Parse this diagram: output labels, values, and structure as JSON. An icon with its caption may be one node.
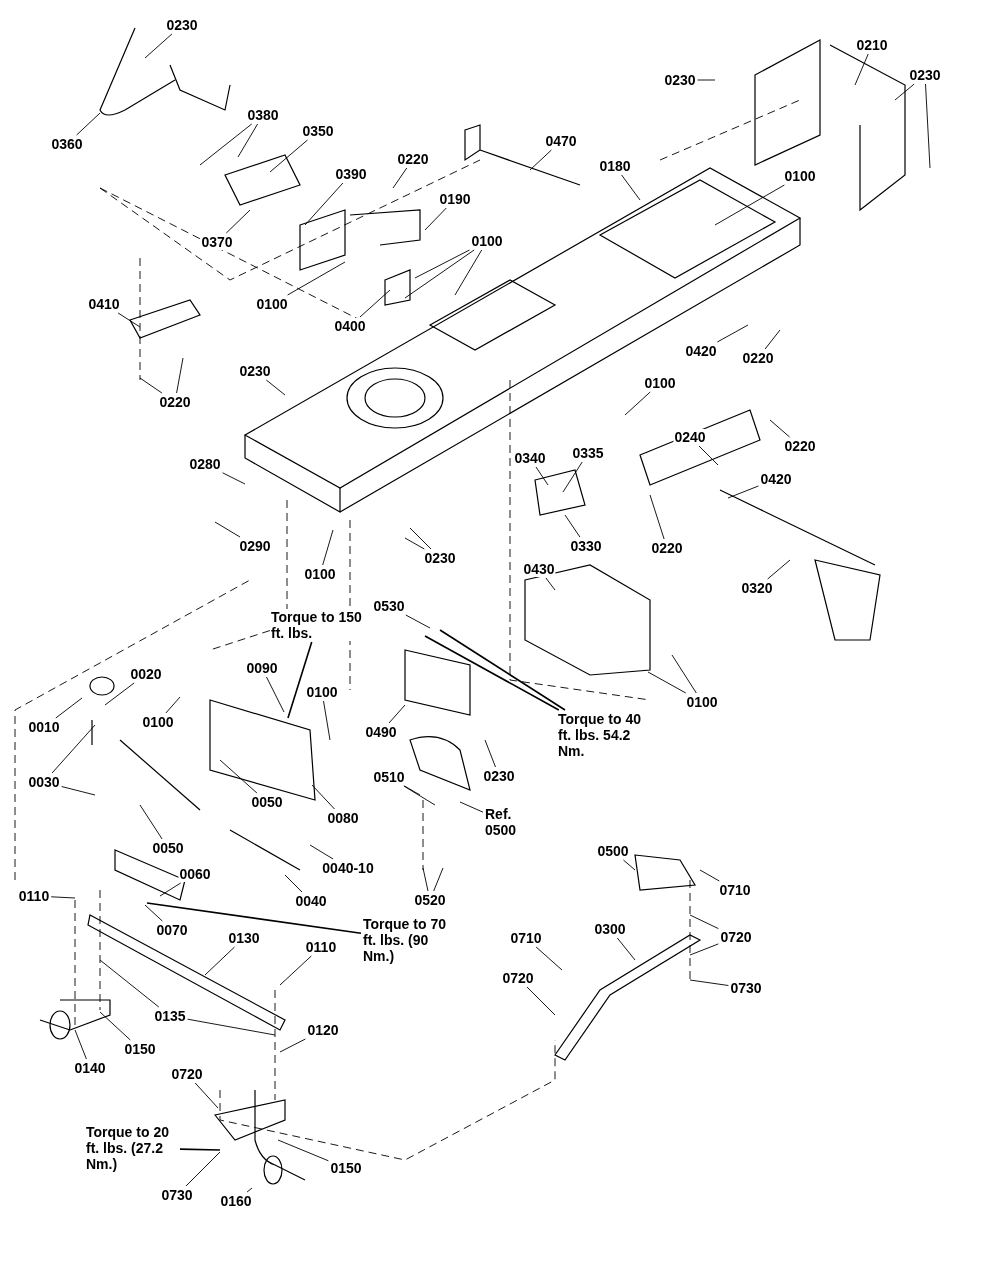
{
  "diagram": {
    "nodes": [
      {
        "text": [
          "0230"
        ]
      },
      {
        "text": [
          "0360"
        ]
      },
      {
        "text": [
          "0380"
        ]
      },
      {
        "text": [
          "0350"
        ]
      },
      {
        "text": [
          "0370"
        ]
      },
      {
        "text": [
          "0390"
        ]
      },
      {
        "text": [
          "0220"
        ]
      },
      {
        "text": [
          "0190"
        ]
      },
      {
        "text": [
          "0100"
        ]
      },
      {
        "text": [
          "0100"
        ]
      },
      {
        "text": [
          "0400"
        ]
      },
      {
        "text": [
          "0410"
        ]
      },
      {
        "text": [
          "0220"
        ]
      },
      {
        "text": [
          "0230"
        ]
      },
      {
        "text": [
          "0470"
        ]
      },
      {
        "text": [
          "0180"
        ]
      },
      {
        "text": [
          "0210"
        ]
      },
      {
        "text": [
          "0230"
        ]
      },
      {
        "text": [
          "0230"
        ]
      },
      {
        "text": [
          "0100"
        ]
      },
      {
        "text": [
          "0420"
        ]
      },
      {
        "text": [
          "0220"
        ]
      },
      {
        "text": [
          "0100"
        ]
      },
      {
        "text": [
          "0280"
        ]
      },
      {
        "text": [
          "0290"
        ]
      },
      {
        "text": [
          "0100"
        ]
      },
      {
        "text": [
          "0230"
        ]
      },
      {
        "text": [
          "0340"
        ]
      },
      {
        "text": [
          "0335"
        ]
      },
      {
        "text": [
          "0330"
        ]
      },
      {
        "text": [
          "0240"
        ]
      },
      {
        "text": [
          "0220"
        ]
      },
      {
        "text": [
          "0420"
        ]
      },
      {
        "text": [
          "0220"
        ]
      },
      {
        "text": [
          "0320"
        ]
      },
      {
        "text": [
          "0430"
        ]
      },
      {
        "text": [
          "0100"
        ]
      },
      {
        "text": [
          "0530"
        ]
      },
      {
        "text": [
          "Torque to 150 ft. lbs."
        ]
      },
      {
        "text": [
          "0090"
        ]
      },
      {
        "text": [
          "0100"
        ]
      },
      {
        "text": [
          "0100"
        ]
      },
      {
        "text": [
          "0020"
        ]
      },
      {
        "text": [
          "0010"
        ]
      },
      {
        "text": [
          "0030"
        ]
      },
      {
        "text": [
          "0050"
        ]
      },
      {
        "text": [
          "0080"
        ]
      },
      {
        "text": [
          "0050"
        ]
      },
      {
        "text": [
          "0040-10"
        ]
      },
      {
        "text": [
          "0040"
        ]
      },
      {
        "text": [
          "0490"
        ]
      },
      {
        "text": [
          "Torque to 40 ft. lbs. 54.2 Nm."
        ]
      },
      {
        "text": [
          "0230"
        ]
      },
      {
        "text": [
          "0510"
        ]
      },
      {
        "text": [
          "Ref. 0500"
        ]
      },
      {
        "text": [
          "0520"
        ]
      },
      {
        "text": [
          "0110"
        ]
      },
      {
        "text": [
          "0060"
        ]
      },
      {
        "text": [
          "0070"
        ]
      },
      {
        "text": [
          "Torque to 70 ft. lbs. (90 Nm.)"
        ]
      },
      {
        "text": [
          "0130"
        ]
      },
      {
        "text": [
          "0110"
        ]
      },
      {
        "text": [
          "0135"
        ]
      },
      {
        "text": [
          "0120"
        ]
      },
      {
        "text": [
          "0140"
        ]
      },
      {
        "text": [
          "0150"
        ]
      },
      {
        "text": [
          "0720"
        ]
      },
      {
        "text": [
          "Torque to 20 ft. lbs. (27.2 Nm.)"
        ]
      },
      {
        "text": [
          "0730"
        ]
      },
      {
        "text": [
          "0150"
        ]
      },
      {
        "text": [
          "0160"
        ]
      },
      {
        "text": [
          "0500"
        ]
      },
      {
        "text": [
          "0710"
        ]
      },
      {
        "text": [
          "0710"
        ]
      },
      {
        "text": [
          "0720"
        ]
      },
      {
        "text": [
          "0300"
        ]
      },
      {
        "text": [
          "0720"
        ]
      },
      {
        "text": [
          "0730"
        ]
      }
    ],
    "edges": [
      {
        "from": 0,
        "to": null,
        "arrow": "none"
      },
      {
        "from": 1,
        "to": null,
        "arrow": "none"
      },
      {
        "from": 2,
        "to": null,
        "arrow": "none"
      },
      {
        "from": 2,
        "to": null,
        "arrow": "none"
      },
      {
        "from": 3,
        "to": null,
        "arrow": "none"
      },
      {
        "from": 4,
        "to": null,
        "arrow": "none"
      },
      {
        "from": 5,
        "to": null,
        "arrow": "none"
      },
      {
        "from": 6,
        "to": null,
        "arrow": "none"
      },
      {
        "from": 7,
        "to": null,
        "arrow": "none"
      },
      {
        "from": 8,
        "to": null,
        "arrow": "none"
      },
      {
        "from": 9,
        "to": null,
        "arrow": "none"
      },
      {
        "from": 9,
        "to": null,
        "arrow": "none"
      },
      {
        "from": 9,
        "to": null,
        "arrow": "none"
      },
      {
        "from": 10,
        "to": null,
        "arrow": "none"
      },
      {
        "from": 11,
        "to": null,
        "arrow": "none"
      },
      {
        "from": 12,
        "to": null,
        "arrow": "none"
      },
      {
        "from": 12,
        "to": null,
        "arrow": "none"
      },
      {
        "from": 13,
        "to": null,
        "arrow": "none"
      },
      {
        "from": 14,
        "to": null,
        "arrow": "none"
      },
      {
        "from": 15,
        "to": null,
        "arrow": "none"
      },
      {
        "from": 16,
        "to": null,
        "arrow": "none"
      },
      {
        "from": 17,
        "to": null,
        "arrow": "none"
      },
      {
        "from": 18,
        "to": null,
        "arrow": "none"
      },
      {
        "from": 18,
        "to": null,
        "arrow": "none"
      },
      {
        "from": 19,
        "to": null,
        "arrow": "none"
      },
      {
        "from": 20,
        "to": null,
        "arrow": "none"
      },
      {
        "from": 21,
        "to": null,
        "arrow": "none"
      },
      {
        "from": 22,
        "to": null,
        "arrow": "none"
      },
      {
        "from": 23,
        "to": null,
        "arrow": "none"
      },
      {
        "from": 24,
        "to": null,
        "arrow": "none"
      },
      {
        "from": 25,
        "to": null,
        "arrow": "none"
      },
      {
        "from": 26,
        "to": null,
        "arrow": "none"
      },
      {
        "from": 26,
        "to": null,
        "arrow": "none"
      },
      {
        "from": 27,
        "to": null,
        "arrow": "none"
      },
      {
        "from": 28,
        "to": null,
        "arrow": "none"
      },
      {
        "from": 29,
        "to": null,
        "arrow": "none"
      },
      {
        "from": 30,
        "to": null,
        "arrow": "none"
      },
      {
        "from": 31,
        "to": null,
        "arrow": "none"
      },
      {
        "from": 32,
        "to": null,
        "arrow": "none"
      },
      {
        "from": 33,
        "to": null,
        "arrow": "none"
      },
      {
        "from": 34,
        "to": null,
        "arrow": "none"
      },
      {
        "from": 35,
        "to": null,
        "arrow": "none"
      },
      {
        "from": 36,
        "to": null,
        "arrow": "none"
      },
      {
        "from": 36,
        "to": null,
        "arrow": "none"
      },
      {
        "from": 37,
        "to": null,
        "arrow": "none"
      },
      {
        "from": 38,
        "to": null,
        "arrow": "none"
      },
      {
        "from": 39,
        "to": null,
        "arrow": "none"
      },
      {
        "from": 40,
        "to": null,
        "arrow": "none"
      },
      {
        "from": 41,
        "to": null,
        "arrow": "none"
      },
      {
        "from": 42,
        "to": null,
        "arrow": "none"
      },
      {
        "from": 43,
        "to": null,
        "arrow": "none"
      },
      {
        "from": 44,
        "to": null,
        "arrow": "none"
      },
      {
        "from": 44,
        "to": null,
        "arrow": "none"
      },
      {
        "from": 45,
        "to": null,
        "arrow": "none"
      },
      {
        "from": 46,
        "to": null,
        "arrow": "none"
      },
      {
        "from": 47,
        "to": null,
        "arrow": "none"
      },
      {
        "from": 48,
        "to": null,
        "arrow": "none"
      },
      {
        "from": 49,
        "to": null,
        "arrow": "none"
      },
      {
        "from": 50,
        "to": null,
        "arrow": "none"
      },
      {
        "from": 51,
        "to": null,
        "arrow": "none"
      },
      {
        "from": 51,
        "to": null,
        "arrow": "none"
      },
      {
        "from": 52,
        "to": null,
        "arrow": "none"
      },
      {
        "from": 53,
        "to": null,
        "arrow": "none"
      },
      {
        "from": 53,
        "to": null,
        "arrow": "none"
      },
      {
        "from": 54,
        "to": null,
        "arrow": "none"
      },
      {
        "from": 55,
        "to": null,
        "arrow": "none"
      },
      {
        "from": 55,
        "to": null,
        "arrow": "none"
      },
      {
        "from": 56,
        "to": null,
        "arrow": "none"
      },
      {
        "from": 57,
        "to": null,
        "arrow": "none"
      },
      {
        "from": 58,
        "to": null,
        "arrow": "none"
      },
      {
        "from": 59,
        "to": null,
        "arrow": "none"
      },
      {
        "from": 60,
        "to": null,
        "arrow": "none"
      },
      {
        "from": 61,
        "to": null,
        "arrow": "none"
      },
      {
        "from": 62,
        "to": null,
        "arrow": "none"
      },
      {
        "from": 62,
        "to": null,
        "arrow": "none"
      },
      {
        "from": 63,
        "to": null,
        "arrow": "none"
      },
      {
        "from": 64,
        "to": null,
        "arrow": "none"
      },
      {
        "from": 65,
        "to": null,
        "arrow": "none"
      },
      {
        "from": 66,
        "to": null,
        "arrow": "none"
      },
      {
        "from": 67,
        "to": null,
        "arrow": "none"
      },
      {
        "from": 68,
        "to": null,
        "arrow": "none"
      },
      {
        "from": 69,
        "to": null,
        "arrow": "none"
      },
      {
        "from": 70,
        "to": null,
        "arrow": "none"
      },
      {
        "from": 71,
        "to": null,
        "arrow": "none"
      },
      {
        "from": 72,
        "to": null,
        "arrow": "none"
      },
      {
        "from": 73,
        "to": null,
        "arrow": "none"
      },
      {
        "from": 74,
        "to": null,
        "arrow": "none"
      },
      {
        "from": 74,
        "to": null,
        "arrow": "none"
      },
      {
        "from": 75,
        "to": null,
        "arrow": "none"
      },
      {
        "from": 76,
        "to": null,
        "arrow": "none"
      },
      {
        "from": 77,
        "to": null,
        "arrow": "none"
      }
    ]
  }
}
